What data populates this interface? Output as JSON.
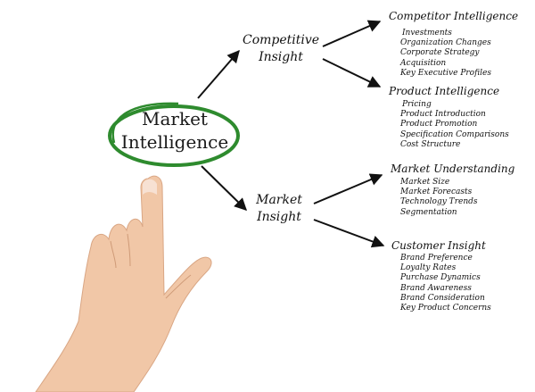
{
  "center": {
    "line1": "Market",
    "line2": "Intelligence",
    "ring_color": "#2e8b2e"
  },
  "branches": [
    {
      "label_line1": "Competitive",
      "label_line2": "Insight",
      "categories": [
        {
          "title": "Competitor Intelligence",
          "items": [
            "Investments",
            "Organization Changes",
            "Corporate Strategy",
            "Acquisition",
            "Key Executive Profiles"
          ]
        },
        {
          "title": "Product Intelligence",
          "items": [
            "Pricing",
            "Product Introduction",
            "Product Promotion",
            "Specification Comparisons",
            "Cost Structure"
          ]
        }
      ]
    },
    {
      "label_line1": "Market",
      "label_line2": "Insight",
      "categories": [
        {
          "title": "Market Understanding",
          "items": [
            "Market Size",
            "Market Forecasts",
            "Technology Trends",
            "Segmentation"
          ]
        },
        {
          "title": "Customer Insight",
          "items": [
            "Brand Preference",
            "Loyalty Rates",
            "Purchase Dynamics",
            "Brand Awareness",
            "Brand Consideration",
            "Key Product Concerns"
          ]
        }
      ]
    }
  ]
}
